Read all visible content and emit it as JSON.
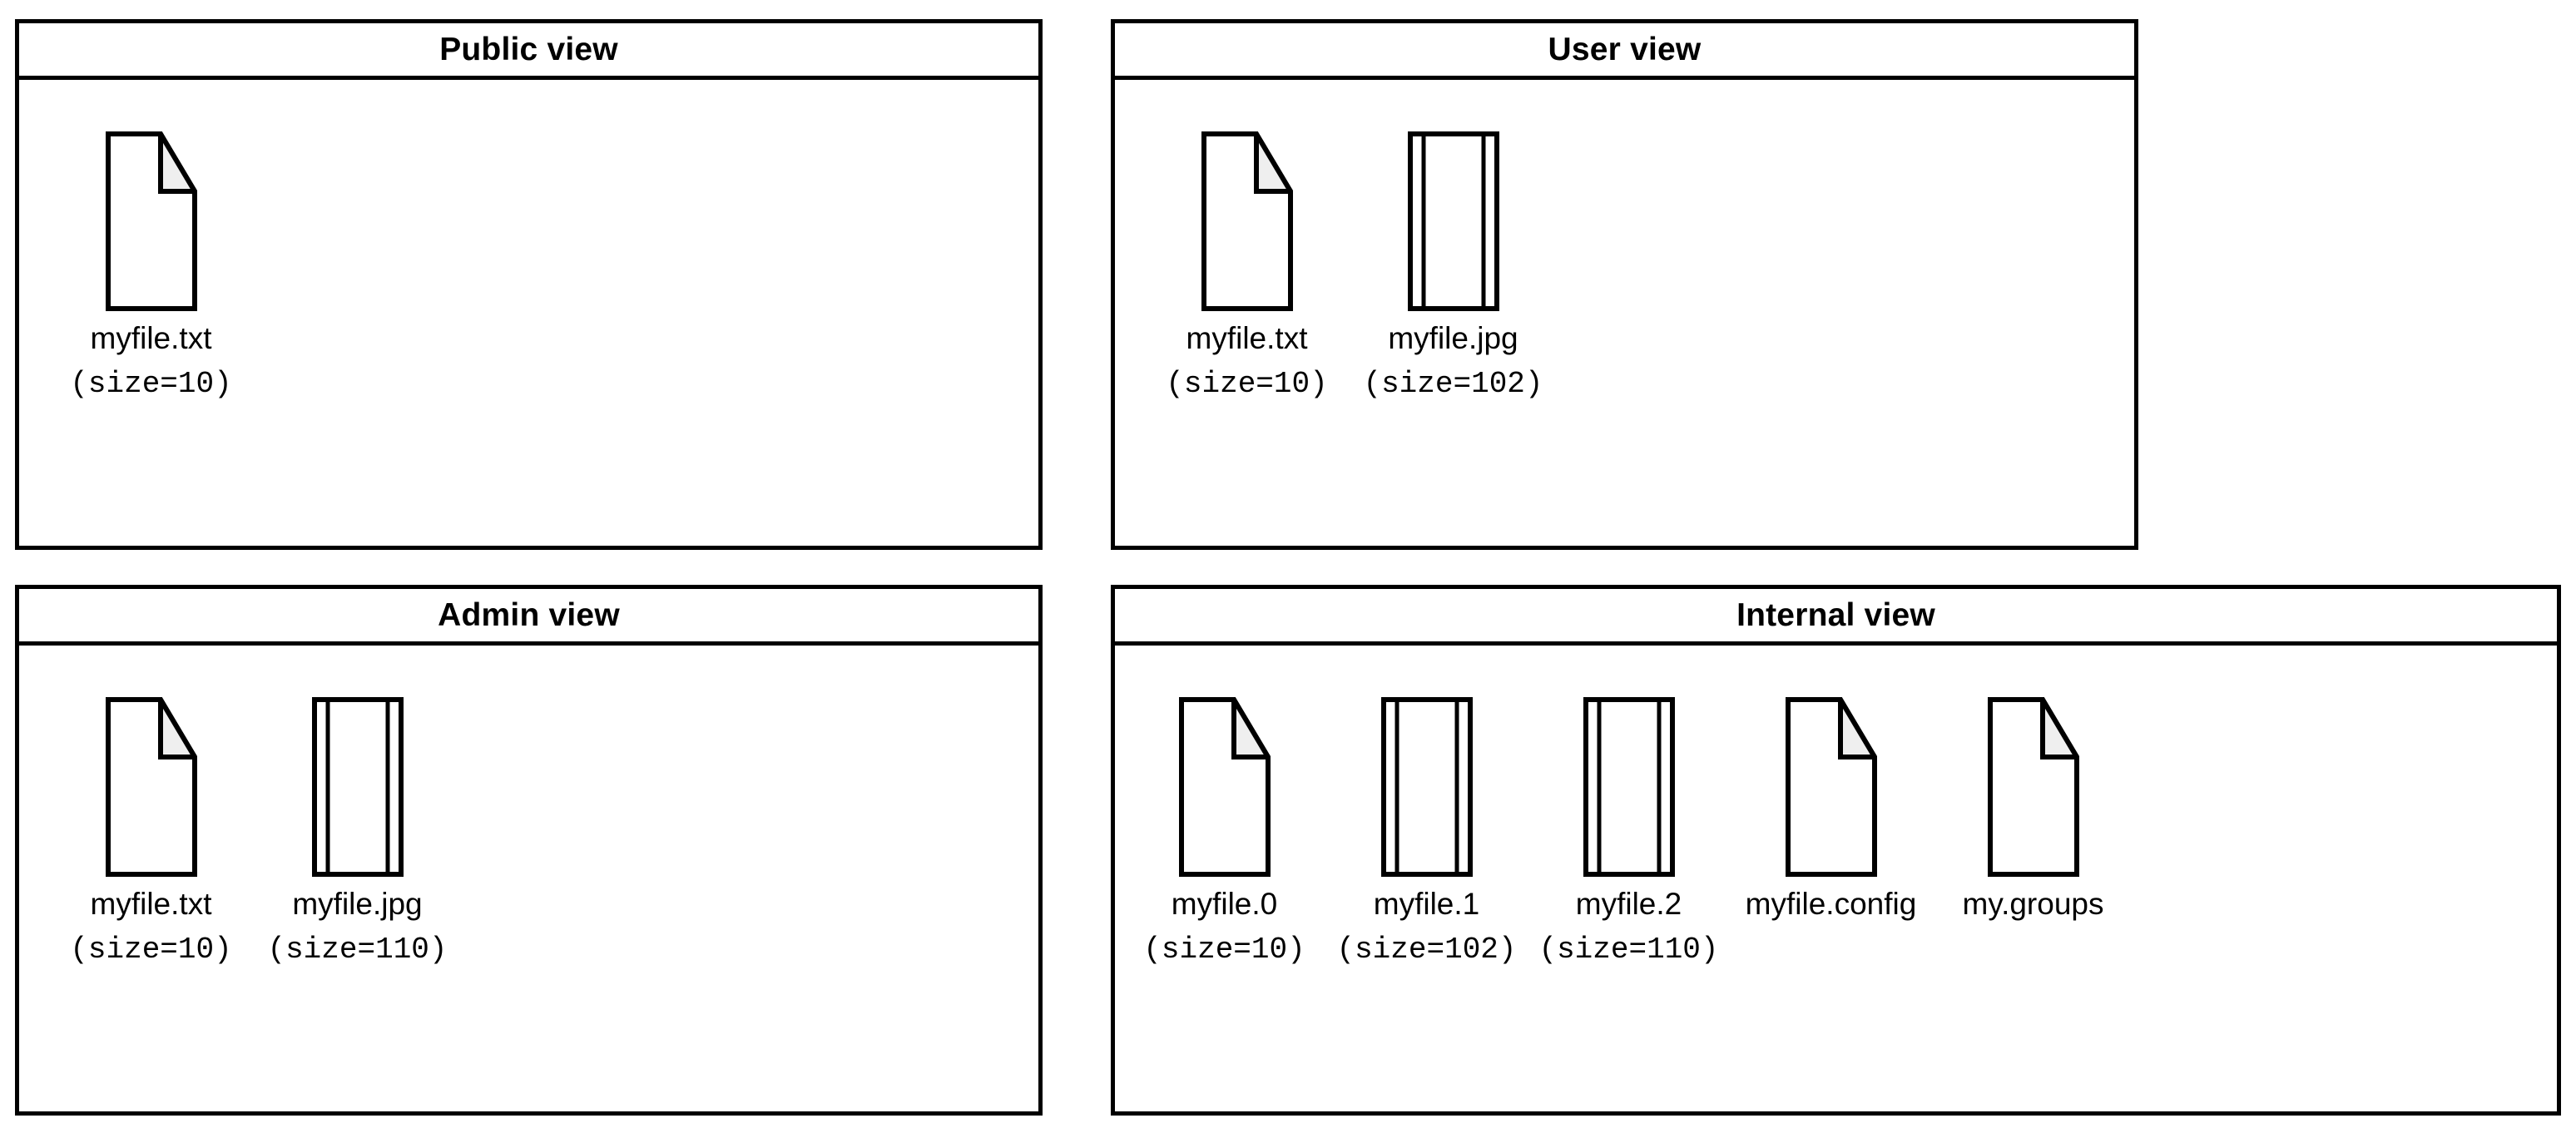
{
  "panels": [
    {
      "id": "public-view",
      "title": "Public view",
      "files": [
        {
          "name": "myfile.txt",
          "size_label": "(size=10)",
          "icon": "document-folded-corner-icon"
        }
      ]
    },
    {
      "id": "user-view",
      "title": "User view",
      "files": [
        {
          "name": "myfile.txt",
          "size_label": "(size=10)",
          "icon": "document-folded-corner-icon"
        },
        {
          "name": "myfile.jpg",
          "size_label": "(size=102)",
          "icon": "image-frame-icon"
        }
      ]
    },
    {
      "id": "admin-view",
      "title": "Admin view",
      "files": [
        {
          "name": "myfile.txt",
          "size_label": "(size=10)",
          "icon": "document-folded-corner-icon"
        },
        {
          "name": "myfile.jpg",
          "size_label": "(size=110)",
          "icon": "image-frame-icon"
        }
      ]
    },
    {
      "id": "internal-view",
      "title": "Internal view",
      "files": [
        {
          "name": "myfile.0",
          "size_label": "(size=10)",
          "icon": "document-folded-corner-icon"
        },
        {
          "name": "myfile.1",
          "size_label": "(size=102)",
          "icon": "image-frame-icon"
        },
        {
          "name": "myfile.2",
          "size_label": "(size=110)",
          "icon": "image-frame-icon"
        },
        {
          "name": "myfile.config",
          "size_label": "",
          "icon": "document-folded-corner-icon"
        },
        {
          "name": "my.groups",
          "size_label": "",
          "icon": "document-folded-corner-icon"
        }
      ]
    }
  ],
  "colors": {
    "stroke": "#000000",
    "fold_fill": "#efefef",
    "background": "#ffffff"
  }
}
